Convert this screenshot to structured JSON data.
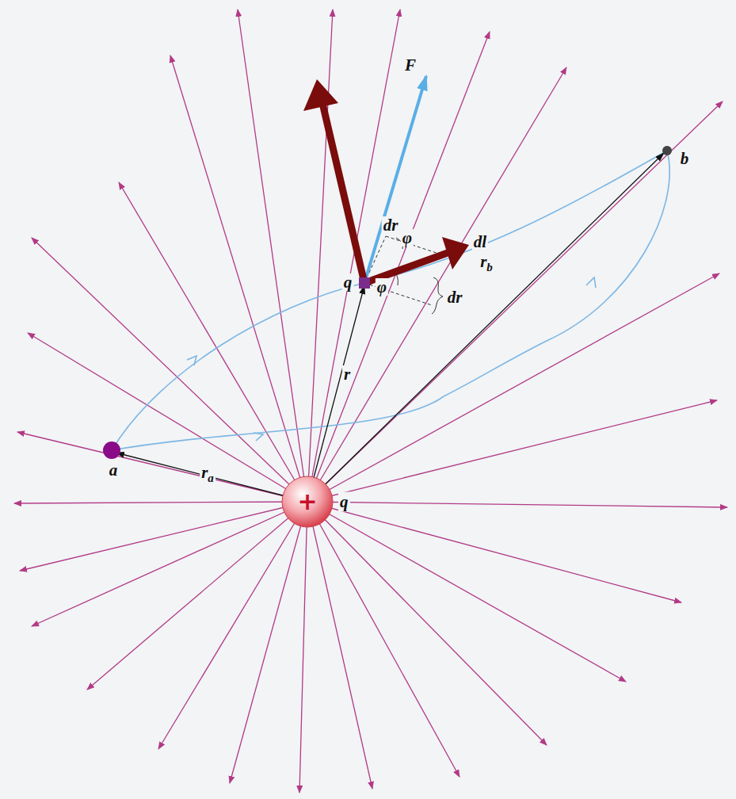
{
  "diagram": {
    "nodes": [
      {
        "text": [
          "+",
          "q"
        ]
      }
    ],
    "labels": [
      "F",
      "dr",
      "φ",
      "dl",
      "q",
      "φ",
      "dr",
      "b",
      "rb",
      "r",
      "a",
      "ra"
    ]
  }
}
